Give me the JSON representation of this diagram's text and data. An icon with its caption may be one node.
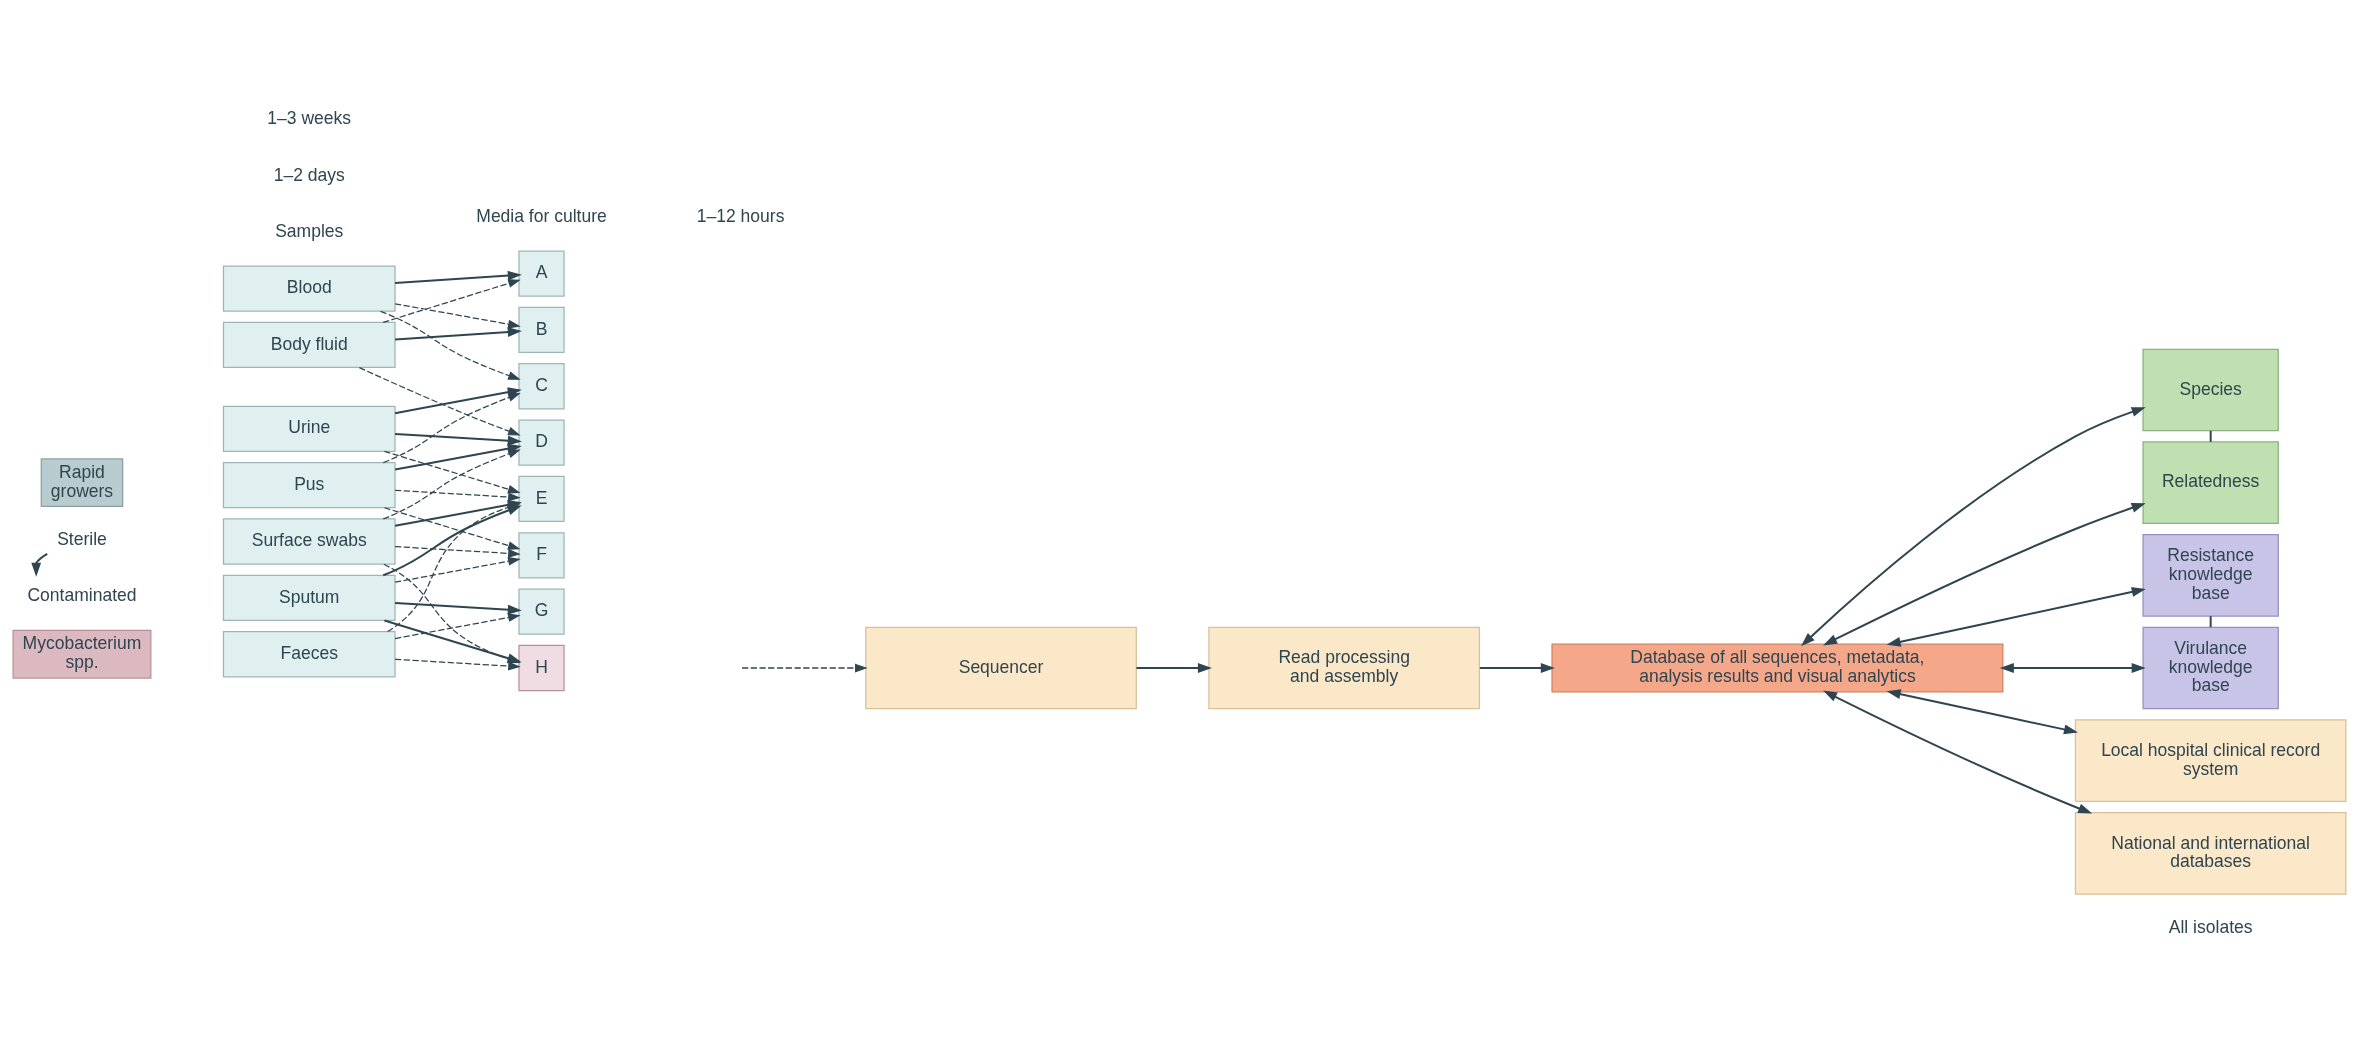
{
  "diagram": {
    "nodes": [
      {
        "text": [
          "Rapid growers"
        ]
      },
      {
        "text": [
          "Sterile"
        ]
      },
      {
        "text": [
          "Contaminated"
        ]
      },
      {
        "text": [
          "Mycobacterium spp."
        ]
      },
      {
        "text": [
          "Blood"
        ]
      },
      {
        "text": [
          "Body fluid"
        ]
      },
      {
        "text": [
          "Urine"
        ]
      },
      {
        "text": [
          "Pus"
        ]
      },
      {
        "text": [
          "Surface swabs"
        ]
      },
      {
        "text": [
          "Sputum"
        ]
      },
      {
        "text": [
          "Faeces"
        ]
      },
      {
        "text": [
          "A"
        ]
      },
      {
        "text": [
          "B"
        ]
      },
      {
        "text": [
          "C"
        ]
      },
      {
        "text": [
          "D"
        ]
      },
      {
        "text": [
          "E"
        ]
      },
      {
        "text": [
          "F"
        ]
      },
      {
        "text": [
          "G"
        ]
      },
      {
        "text": [
          "H"
        ]
      },
      {
        "text": [
          "Sequencer"
        ]
      },
      {
        "text": [
          "Read processing and assembly"
        ]
      },
      {
        "text": [
          "Species"
        ]
      },
      {
        "text": [
          "Relatedness"
        ]
      },
      {
        "text": [
          "Resistance knowledge base"
        ]
      },
      {
        "text": [
          "Virulance knowledge base"
        ]
      },
      {
        "text": [
          "Database of all sequences, metadata, analysis results and visual analytics"
        ]
      },
      {
        "text": [
          "Local hospital clinical record system"
        ]
      },
      {
        "text": [
          "National and international databases"
        ]
      }
    ],
    "edges": [
      {
        "from": 1,
        "to": 2,
        "arrow": "to"
      },
      {
        "from": 4,
        "to": 11,
        "arrow": "to"
      },
      {
        "from": 4,
        "to": 12,
        "arrow": "to",
        "style": "dashed"
      },
      {
        "from": 4,
        "to": 13,
        "arrow": "to",
        "style": "dashed"
      },
      {
        "from": 5,
        "to": 12,
        "arrow": "to"
      },
      {
        "from": 5,
        "to": 11,
        "arrow": "to",
        "style": "dashed"
      },
      {
        "from": 5,
        "to": 14,
        "arrow": "to",
        "style": "dashed"
      },
      {
        "from": 6,
        "to": 13,
        "arrow": "to"
      },
      {
        "from": 6,
        "to": 14,
        "arrow": "to"
      },
      {
        "from": 6,
        "to": 15,
        "arrow": "to",
        "style": "dashed"
      },
      {
        "from": 7,
        "to": 14,
        "arrow": "to"
      },
      {
        "from": 7,
        "to": 13,
        "arrow": "to",
        "style": "dashed"
      },
      {
        "from": 7,
        "to": 15,
        "arrow": "to",
        "style": "dashed"
      },
      {
        "from": 7,
        "to": 16,
        "arrow": "to",
        "style": "dashed"
      },
      {
        "from": 8,
        "to": 15,
        "arrow": "to"
      },
      {
        "from": 8,
        "to": 14,
        "arrow": "to",
        "style": "dashed"
      },
      {
        "from": 8,
        "to": 16,
        "arrow": "to",
        "style": "dashed"
      },
      {
        "from": 8,
        "to": 18,
        "arrow": "to",
        "style": "dashed"
      },
      {
        "from": 9,
        "to": 15,
        "arrow": "to"
      },
      {
        "from": 9,
        "to": 16,
        "arrow": "to",
        "style": "dashed"
      },
      {
        "from": 9,
        "to": 17,
        "arrow": "to"
      },
      {
        "from": 9,
        "to": 18,
        "arrow": "to"
      },
      {
        "from": 10,
        "to": 17,
        "arrow": "to",
        "style": "dashed"
      },
      {
        "from": 10,
        "to": 15,
        "arrow": "to",
        "style": "dashed"
      },
      {
        "from": 10,
        "to": 18,
        "arrow": "to",
        "style": "dashed"
      },
      {
        "from": null,
        "to": 19,
        "arrow": "to",
        "style": "dashed"
      },
      {
        "from": 19,
        "to": 20,
        "arrow": "to"
      },
      {
        "from": 20,
        "to": 25,
        "arrow": "to"
      },
      {
        "from": 21,
        "to": 22,
        "arrow": "none"
      },
      {
        "from": 23,
        "to": 24,
        "arrow": "none"
      },
      {
        "from": 25,
        "to": 21,
        "arrow": "both"
      },
      {
        "from": 25,
        "to": 22,
        "arrow": "both"
      },
      {
        "from": 25,
        "to": 23,
        "arrow": "both"
      },
      {
        "from": 25,
        "to": 24,
        "arrow": "both"
      },
      {
        "from": 25,
        "to": 26,
        "arrow": "both"
      },
      {
        "from": 25,
        "to": 27,
        "arrow": "both"
      }
    ],
    "labels": [
      "Samples",
      "Media for culture",
      "1–2 days",
      "1–12 hours",
      "1–3 weeks",
      "All isolates"
    ]
  }
}
